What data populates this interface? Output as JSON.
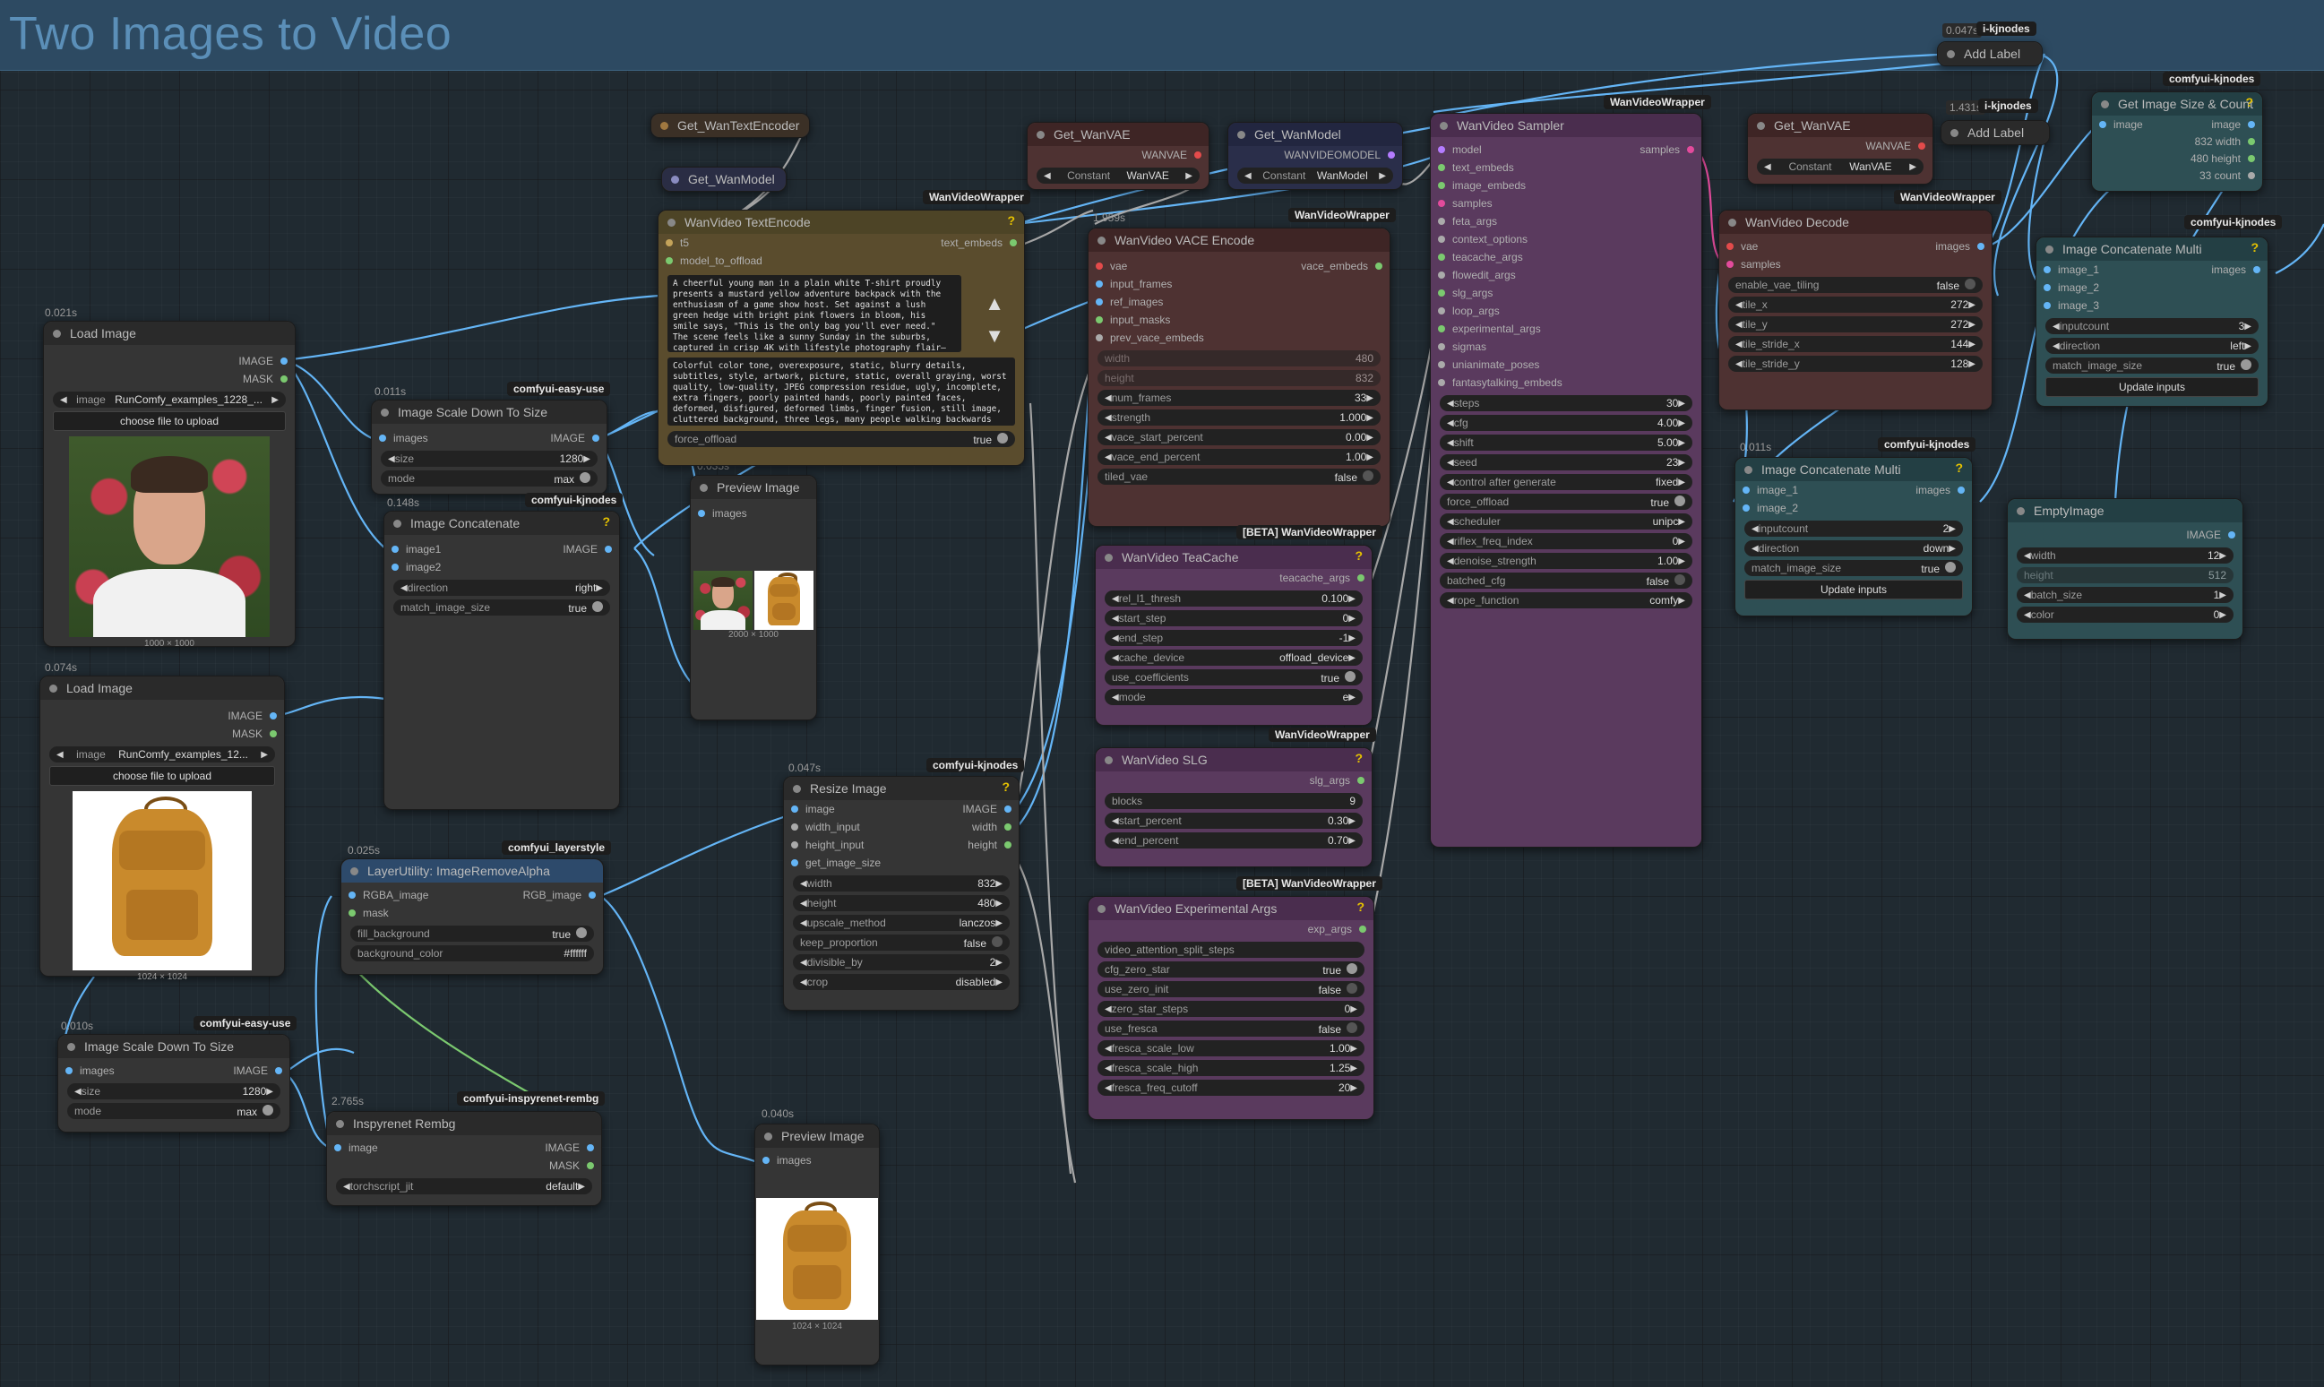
{
  "group": {
    "title": "Two Images to Video"
  },
  "colors": {
    "wire_image": "#64b5f6",
    "wire_green": "#7bc96f",
    "wire_gray": "#a8a8a8",
    "wire_pink": "#e34b9c"
  },
  "nodes": {
    "load1": {
      "time": "0.021s",
      "title": "Load Image",
      "out_image": "IMAGE",
      "out_mask": "MASK",
      "w_image_label": "image",
      "w_image_value": "RunComfy_examples_1228_...",
      "upload": "choose file to upload",
      "caption": "1000 × 1000"
    },
    "load2": {
      "time": "0.074s",
      "title": "Load Image",
      "out_image": "IMAGE",
      "out_mask": "MASK",
      "w_image_label": "image",
      "w_image_value": "RunComfy_examples_12...",
      "upload": "choose file to upload",
      "caption": "1024 × 1024"
    },
    "scale1": {
      "time": "0.011s",
      "badge": "comfyui-easy-use",
      "title": "Image Scale Down To Size",
      "in_images": "images",
      "out_image": "IMAGE",
      "size_label": "size",
      "size_value": "1280",
      "mode_label": "mode",
      "mode_value": "max"
    },
    "scale2": {
      "time": "0.010s",
      "badge": "comfyui-easy-use",
      "title": "Image Scale Down To Size",
      "in_images": "images",
      "out_image": "IMAGE",
      "size_label": "size",
      "size_value": "1280",
      "mode_label": "mode",
      "mode_value": "max"
    },
    "concat": {
      "time": "0.148s",
      "badge": "comfyui-kjnodes",
      "title": "Image Concatenate",
      "in1": "image1",
      "in2": "image2",
      "out": "IMAGE",
      "dir_label": "direction",
      "dir_value": "right",
      "match_label": "match_image_size",
      "match_value": "true"
    },
    "preview1": {
      "time": "0.035s",
      "title": "Preview Image",
      "in_images": "images",
      "caption": "2000 × 1000"
    },
    "textenc": {
      "badge": "WanVideoWrapper",
      "title": "WanVideo TextEncode",
      "in_t5": "t5",
      "in_offload": "model_to_offload",
      "out": "text_embeds",
      "prompt": "A cheerful young man in a plain white T-shirt proudly presents a mustard yellow adventure backpack with the enthusiasm of a game show host. Set against a lush green hedge with bright pink flowers in bloom, his smile says, \"This is the only bag you'll ever need.\" The scene feels like a sunny Sunday in the suburbs, captured in crisp 4K with lifestyle photography flair—balancing",
      "negative": "Colorful color tone, overexposure, static, blurry details, subtitles, style, artwork, picture, static, overall graying, worst quality, low-quality, JPEG compression residue, ugly, incomplete, extra fingers, poorly painted hands, poorly painted faces, deformed, disfigured, deformed limbs, finger fusion, still image, cluttered background, three legs, many people walking backwards",
      "force_label": "force_offload",
      "force_value": "true"
    },
    "gettextenc": {
      "title": "Get_WanTextEncoder"
    },
    "getmodel1": {
      "title": "Get_WanModel"
    },
    "getvae1": {
      "title": "Get_WanVAE",
      "out": "WANVAE",
      "w_label": "Constant",
      "w_value": "WanVAE"
    },
    "getmodel2": {
      "title": "Get_WanModel",
      "out": "WANVIDEOMODEL",
      "w_label": "Constant",
      "w_value": "WanModel"
    },
    "vace": {
      "time": "1.959s",
      "badge": "WanVideoWrapper",
      "title": "WanVideo VACE Encode",
      "inputs": [
        "vae",
        "input_frames",
        "ref_images",
        "input_masks",
        "prev_vace_embeds"
      ],
      "out": "vace_embeds",
      "widgets": [
        {
          "label": "width",
          "value": "480"
        },
        {
          "label": "height",
          "value": "832"
        },
        {
          "label": "num_frames",
          "value": "33"
        },
        {
          "label": "strength",
          "value": "1.000"
        },
        {
          "label": "vace_start_percent",
          "value": "0.00"
        },
        {
          "label": "vace_end_percent",
          "value": "1.00"
        },
        {
          "label": "tiled_vae",
          "value": "false"
        }
      ]
    },
    "teacache": {
      "badge": "[BETA] WanVideoWrapper",
      "title": "WanVideo TeaCache",
      "out": "teacache_args",
      "widgets": [
        {
          "label": "rel_l1_thresh",
          "value": "0.100"
        },
        {
          "label": "start_step",
          "value": "0"
        },
        {
          "label": "end_step",
          "value": "-1"
        },
        {
          "label": "cache_device",
          "value": "offload_device"
        },
        {
          "label": "use_coefficients",
          "value": "true"
        },
        {
          "label": "mode",
          "value": "e"
        }
      ]
    },
    "slg": {
      "badge": "WanVideoWrapper",
      "title": "WanVideo SLG",
      "out": "slg_args",
      "widgets": [
        {
          "label": "blocks",
          "value": "9"
        },
        {
          "label": "start_percent",
          "value": "0.30"
        },
        {
          "label": "end_percent",
          "value": "0.70"
        }
      ]
    },
    "exp": {
      "badge": "[BETA] WanVideoWrapper",
      "title": "WanVideo Experimental Args",
      "out": "exp_args",
      "widgets": [
        {
          "label": "video_attention_split_steps",
          "value": ""
        },
        {
          "label": "cfg_zero_star",
          "value": "true"
        },
        {
          "label": "use_zero_init",
          "value": "false"
        },
        {
          "label": "zero_star_steps",
          "value": "0"
        },
        {
          "label": "use_fresca",
          "value": "false"
        },
        {
          "label": "fresca_scale_low",
          "value": "1.00"
        },
        {
          "label": "fresca_scale_high",
          "value": "1.25"
        },
        {
          "label": "fresca_freq_cutoff",
          "value": "20"
        }
      ]
    },
    "sampler": {
      "badge": "WanVideoWrapper",
      "title": "WanVideo Sampler",
      "out": "samples",
      "inputs": [
        "model",
        "text_embeds",
        "image_embeds",
        "samples",
        "feta_args",
        "context_options",
        "teacache_args",
        "flowedit_args",
        "slg_args",
        "loop_args",
        "experimental_args",
        "sigmas",
        "unianimate_poses",
        "fantasytalking_embeds"
      ],
      "widgets": [
        {
          "label": "steps",
          "value": "30"
        },
        {
          "label": "cfg",
          "value": "4.00"
        },
        {
          "label": "shift",
          "value": "5.00"
        },
        {
          "label": "seed",
          "value": "23"
        },
        {
          "label": "control after generate",
          "value": "fixed"
        },
        {
          "label": "force_offload",
          "value": "true"
        },
        {
          "label": "scheduler",
          "value": "unipc"
        },
        {
          "label": "riflex_freq_index",
          "value": "0"
        },
        {
          "label": "denoise_strength",
          "value": "1.00"
        },
        {
          "label": "batched_cfg",
          "value": "false"
        },
        {
          "label": "rope_function",
          "value": "comfy"
        }
      ]
    },
    "getvae2": {
      "title": "Get_WanVAE",
      "out": "WANVAE",
      "w_label": "Constant",
      "w_value": "WanVAE"
    },
    "decode": {
      "badge": "WanVideoWrapper",
      "title": "WanVideo Decode",
      "in_vae": "vae",
      "in_samples": "samples",
      "out": "images",
      "widgets": [
        {
          "label": "enable_vae_tiling",
          "value": "false"
        },
        {
          "label": "tile_x",
          "value": "272"
        },
        {
          "label": "tile_y",
          "value": "272"
        },
        {
          "label": "tile_stride_x",
          "value": "144"
        },
        {
          "label": "tile_stride_y",
          "value": "128"
        }
      ]
    },
    "addlabel1": {
      "time": "0.047s",
      "badge": "i-kjnodes",
      "title": "Add Label"
    },
    "addlabel2": {
      "time": "1.431s",
      "badge": "i-kjnodes",
      "title": "Add Label"
    },
    "getsize": {
      "badge": "comfyui-kjnodes",
      "title": "Get Image Size & Count",
      "in_image": "image",
      "outs": [
        "image",
        "832 width",
        "480 height",
        "33 count"
      ]
    },
    "concatmulti1": {
      "badge": "comfyui-kjnodes",
      "title": "Image Concatenate Multi",
      "ins": [
        "image_1",
        "image_2",
        "image_3"
      ],
      "out": "images",
      "widgets": [
        {
          "label": "inputcount",
          "value": "3"
        },
        {
          "label": "direction",
          "value": "left"
        },
        {
          "label": "match_image_size",
          "value": "true"
        }
      ],
      "button": "Update inputs"
    },
    "concatmulti2": {
      "time": "0.011s",
      "badge": "comfyui-kjnodes",
      "title": "Image Concatenate Multi",
      "ins": [
        "image_1",
        "image_2"
      ],
      "out": "images",
      "widgets": [
        {
          "label": "inputcount",
          "value": "2"
        },
        {
          "label": "direction",
          "value": "down"
        },
        {
          "label": "match_image_size",
          "value": "true"
        }
      ],
      "button": "Update inputs"
    },
    "empty": {
      "title": "EmptyImage",
      "out": "IMAGE",
      "widgets": [
        {
          "label": "width",
          "value": "12"
        },
        {
          "label": "height",
          "value": "512"
        },
        {
          "label": "batch_size",
          "value": "1"
        },
        {
          "label": "color",
          "value": "0"
        }
      ]
    },
    "resize": {
      "time": "0.047s",
      "badge": "comfyui-kjnodes",
      "title": "Resize Image",
      "ins": [
        "image",
        "width_input",
        "height_input",
        "get_image_size"
      ],
      "outs": [
        "IMAGE",
        "width",
        "height"
      ],
      "widgets": [
        {
          "label": "width",
          "value": "832"
        },
        {
          "label": "height",
          "value": "480"
        },
        {
          "label": "upscale_method",
          "value": "lanczos"
        },
        {
          "label": "keep_proportion",
          "value": "false"
        },
        {
          "label": "divisible_by",
          "value": "2"
        },
        {
          "label": "crop",
          "value": "disabled"
        }
      ]
    },
    "removealpha": {
      "time": "0.025s",
      "badge": "comfyui_layerstyle",
      "title": "LayerUtility: ImageRemoveAlpha",
      "in_rgba": "RGBA_image",
      "in_mask": "mask",
      "out": "RGB_image",
      "widgets": [
        {
          "label": "fill_background",
          "value": "true"
        },
        {
          "label": "background_color",
          "value": "#ffffff"
        }
      ]
    },
    "rembg": {
      "time": "2.765s",
      "badge": "comfyui-inspyrenet-rembg",
      "title": "Inspyrenet Rembg",
      "in_image": "image",
      "out_image": "IMAGE",
      "out_mask": "MASK",
      "w_label": "torchscript_jit",
      "w_value": "default"
    },
    "preview2": {
      "time": "0.040s",
      "title": "Preview Image",
      "in_images": "images",
      "caption": "1024 × 1024"
    }
  }
}
